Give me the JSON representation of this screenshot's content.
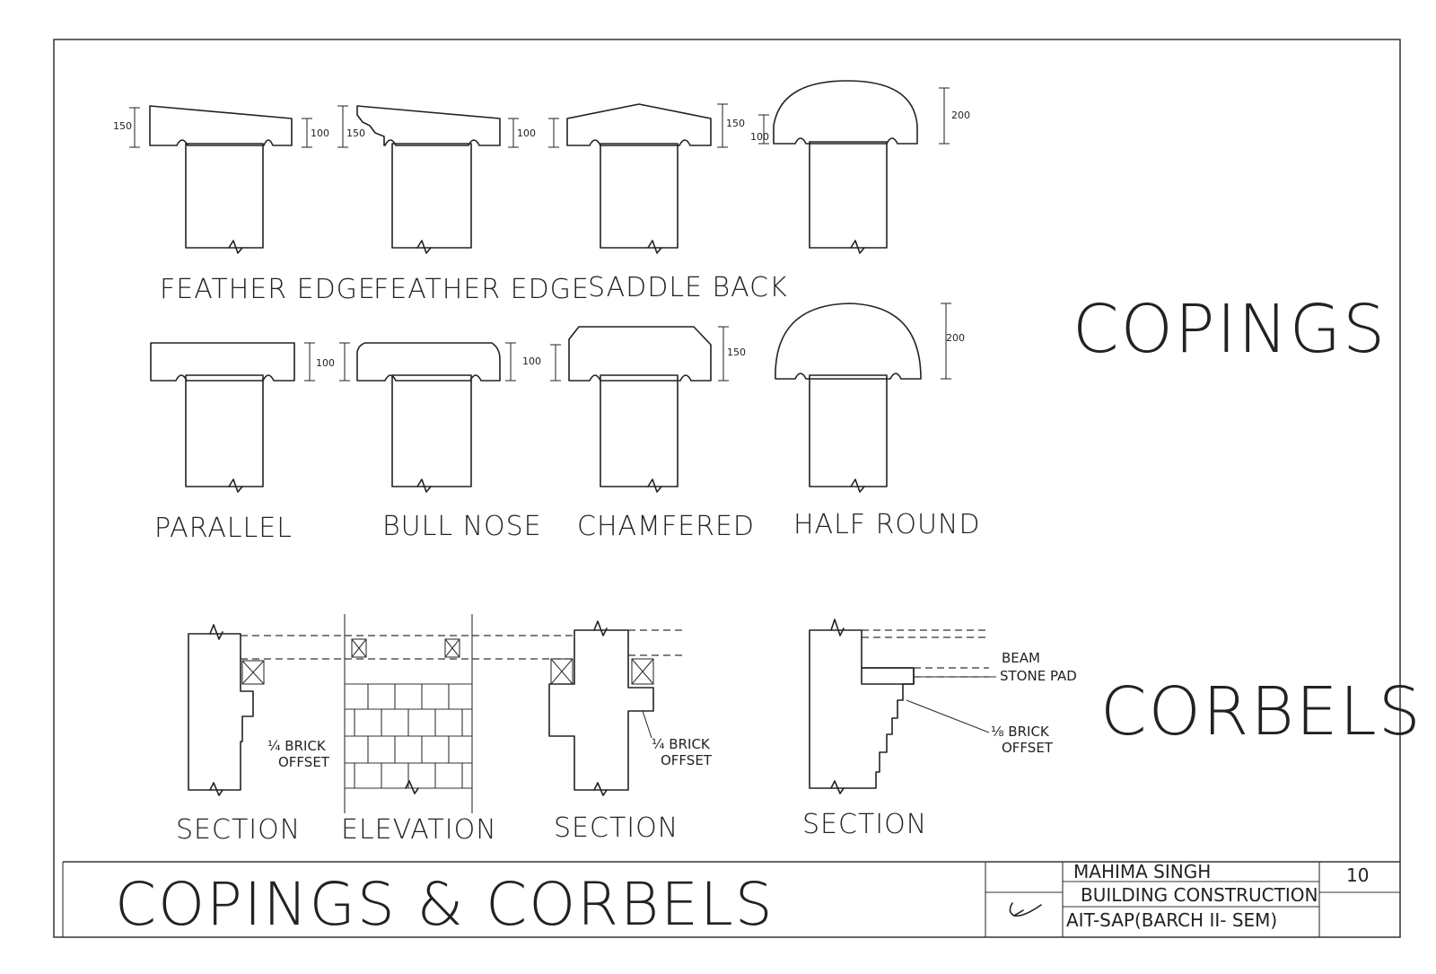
{
  "copings": {
    "heading": "COPINGS",
    "labels": {
      "feather_edge_1": "FEATHER EDGE",
      "feather_edge_2": "FEATHER EDGE",
      "saddle_back": "SADDLE BACK",
      "parallel": "PARALLEL",
      "bull_nose": "BULL NOSE",
      "chamfered": "CHAMFERED",
      "half_round": "HALF ROUND"
    },
    "dimensions": {
      "fe1_left": "150",
      "fe1_right": "100",
      "fe2_left": "150",
      "fe2_right": "100",
      "sb_right": "150",
      "hr1_left": "100",
      "hr1_right": "200",
      "par": "100",
      "bn": "100",
      "ch": "150",
      "hr2": "200"
    }
  },
  "corbels": {
    "heading": "CORBELS",
    "labels": {
      "section_1": "SECTION",
      "elevation": "ELEVATION",
      "section_2": "SECTION",
      "section_3": "SECTION"
    },
    "notes": {
      "offset_1_a": "¼ BRICK",
      "offset_1_b": "OFFSET",
      "offset_2_a": "¼ BRICK",
      "offset_2_b": "OFFSET",
      "beam": "BEAM",
      "stone_pad": "STONE PAD",
      "offset_3_a": "⅛ BRICK",
      "offset_3_b": "OFFSET"
    }
  },
  "title_block": {
    "sheet_title": "COPINGS & CORBELS",
    "name": "MAHIMA SINGH",
    "subject": "BUILDING CONSTRUCTION",
    "institute": "AIT-SAP(BARCH II- SEM)",
    "sheet_number": "10"
  }
}
